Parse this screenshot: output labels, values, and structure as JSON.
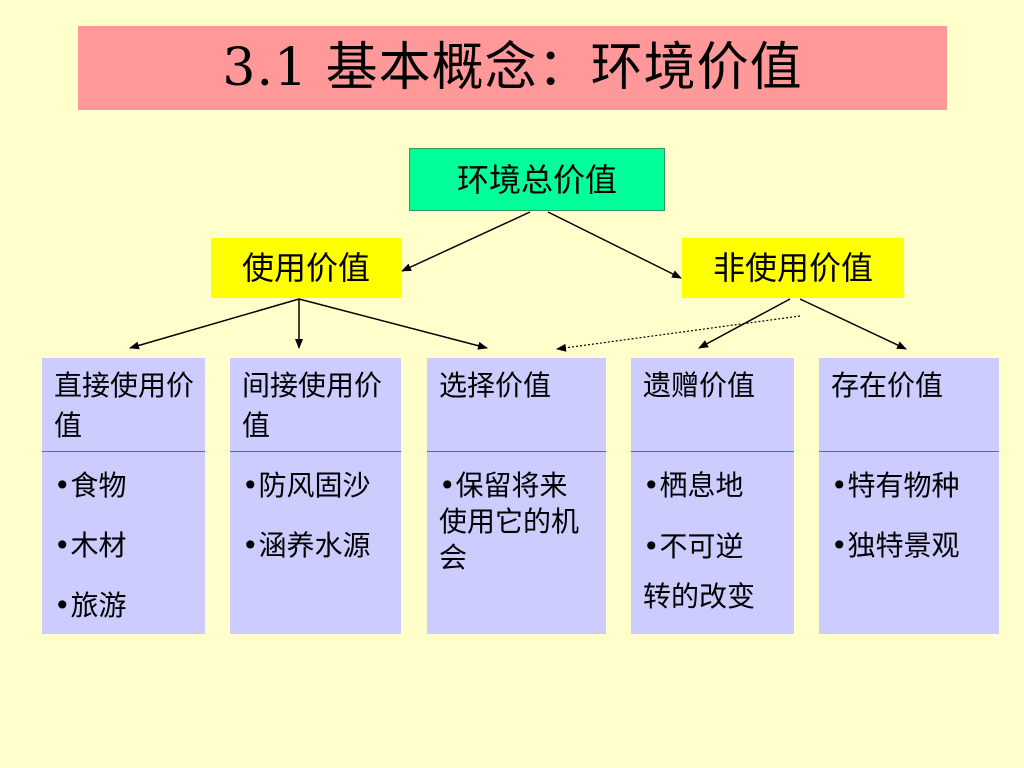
{
  "title": "3.1 基本概念：环境价值",
  "root": {
    "label": "环境总价值"
  },
  "branches": [
    {
      "label": "使用价值"
    },
    {
      "label": "非使用价值"
    }
  ],
  "categories": [
    {
      "title": "直接使用价值",
      "items": [
        "食物",
        "木材",
        "旅游"
      ]
    },
    {
      "title": "间接使用价值",
      "items": [
        "防风固沙",
        "涵养水源"
      ]
    },
    {
      "title": "选择价值",
      "items": [
        "保留将来使用它的机会"
      ]
    },
    {
      "title": "遗赠价值",
      "items": [
        "栖息地",
        "不可逆转的改变"
      ]
    },
    {
      "title": "存在价值",
      "items": [
        "特有物种",
        "独特景观"
      ]
    }
  ],
  "colors": {
    "background": "#ffffcc",
    "title_bar": "#ff9999",
    "root_node": "#00ff99",
    "branch_node": "#ffff00",
    "card": "#ccccff",
    "card_divider": "#cc3399"
  }
}
